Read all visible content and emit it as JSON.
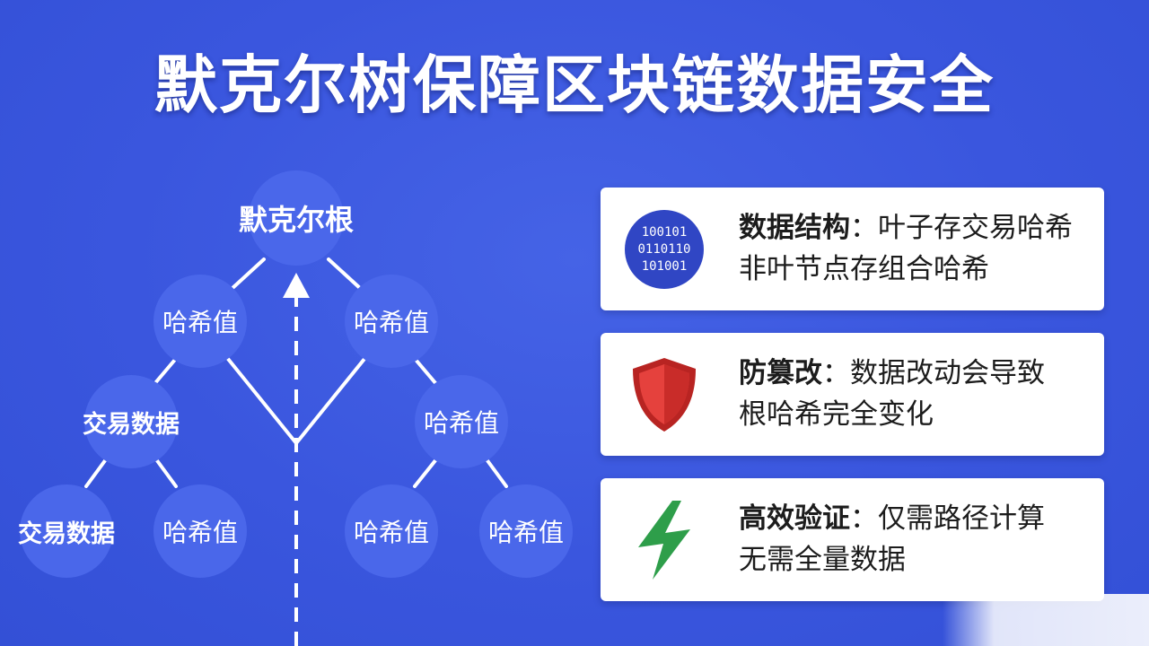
{
  "title": "默克尔树保障区块链数据安全",
  "tree": {
    "root": "默克尔根",
    "left_hash": "哈希值",
    "right_hash": "哈希值",
    "left_tx": "交易数据",
    "right_mid_hash": "哈希值",
    "bottom_left_tx": "交易数据",
    "bottom_left_hash": "哈希值",
    "bottom_right_hash_1": "哈希值",
    "bottom_right_hash_2": "哈希值"
  },
  "cards": [
    {
      "icon": "binary-icon",
      "icon_text": [
        "100101",
        "0110110",
        "101001"
      ],
      "label": "数据结构",
      "separator": "：",
      "line1": "叶子存交易哈希",
      "line2": "非叶节点存组合哈希"
    },
    {
      "icon": "shield-icon",
      "label": "防篡改",
      "separator": "：",
      "line1": "数据改动会导致",
      "line2": "根哈希完全变化"
    },
    {
      "icon": "lightning-icon",
      "label": "高效验证",
      "separator": "：",
      "line1": "仅需路径计算",
      "line2": "无需全量数据"
    }
  ],
  "colors": {
    "background": "#3a56de",
    "node": "#4a67ea",
    "binary_icon": "#3046c4",
    "shield": "#d8302d",
    "lightning": "#2e9e4a"
  }
}
